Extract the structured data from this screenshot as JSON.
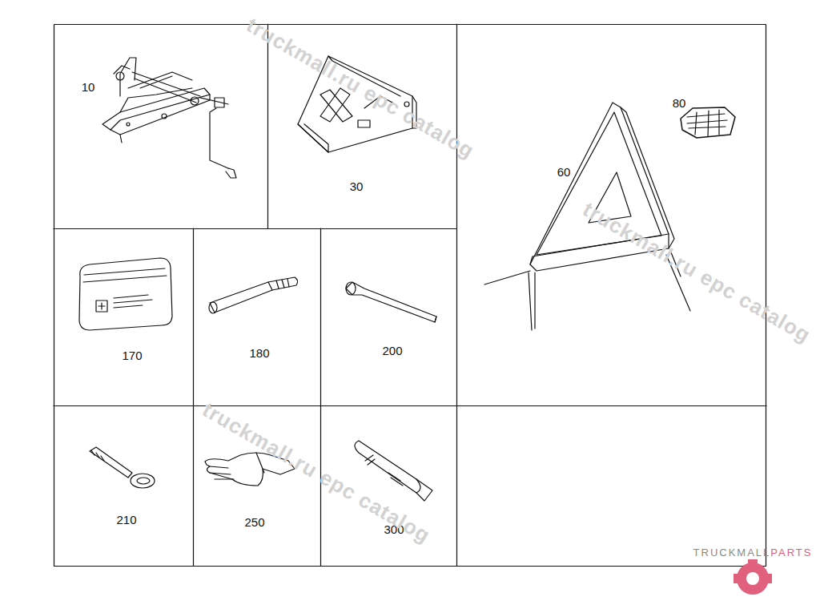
{
  "diagram": {
    "labels": [
      "10",
      "30",
      "60",
      "80",
      "170",
      "180",
      "200",
      "210",
      "250",
      "300",
      "truckmall.ru epc catalog",
      "truckmall.ru epc catalog",
      "truckmall.ru epc catalog",
      "TRUCKMALL",
      "PARTS"
    ]
  }
}
